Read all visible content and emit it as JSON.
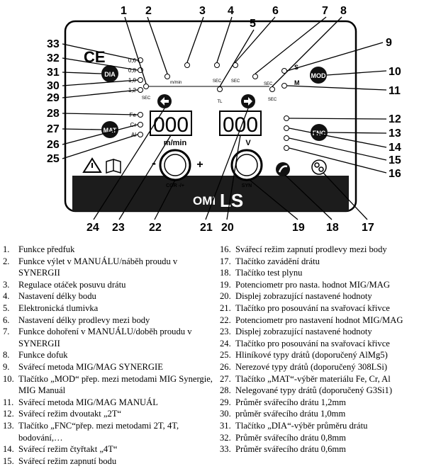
{
  "panel": {
    "ce_mark": "CE",
    "wire_diameters": [
      "0,6",
      "0,8",
      "1,0",
      "1,2"
    ],
    "materials": [
      "Fe",
      "Cr",
      "Al"
    ],
    "display_left_digits": "000",
    "display_right_digits": "000",
    "unit_wire_speed": "m/min",
    "unit_voltage": "V",
    "knob_left_label": "COR -/+",
    "knob_right_label": "SYN",
    "minus_sign": "-",
    "plus_sign": "+",
    "brand": "OMI",
    "model": "LS",
    "sec_label": "SEC",
    "mmin_label": "m/min",
    "tl_label": "TL",
    "mod_modes": [
      "S",
      "M"
    ],
    "buttons": {
      "dia": "DIA",
      "mat": "MAT",
      "mod": "MOD",
      "fnc": "FNC"
    }
  },
  "callouts": [
    "1",
    "2",
    "3",
    "4",
    "5",
    "6",
    "7",
    "8",
    "9",
    "10",
    "11",
    "12",
    "13",
    "14",
    "15",
    "16",
    "17",
    "18",
    "19",
    "20",
    "21",
    "22",
    "23",
    "24",
    "25",
    "26",
    "27",
    "28",
    "29",
    "30",
    "31",
    "32",
    "33"
  ],
  "legend_left": [
    {
      "num": "1.",
      "text": "Funkce předfuk"
    },
    {
      "num": "2.",
      "text": "Funkce výlet v MANUÁLU/náběh proudu v SYNERGII"
    },
    {
      "num": "3.",
      "text": "Regulace otáček posuvu drátu"
    },
    {
      "num": "4.",
      "text": "Nastavení délky bodu"
    },
    {
      "num": "5.",
      "text": "Elektronická tlumivka"
    },
    {
      "num": "6.",
      "text": "Nastavení délky prodlevy mezi body"
    },
    {
      "num": "7.",
      "text": "Funkce dohoření v MANUÁLU/doběh proudu v SYNERGII"
    },
    {
      "num": "8.",
      "text": "Funkce dofuk"
    },
    {
      "num": "9.",
      "text": "Svářecí metoda MIG/MAG SYNERGIE"
    },
    {
      "num": "10.",
      "text": "Tlačítko „MOD“ přep. mezi metodami MIG Synergie, MIG Manuál"
    },
    {
      "num": "11.",
      "text": "Svářecí metoda MIG/MAG MANUÁL"
    },
    {
      "num": "12.",
      "text": "Svářecí režim dvoutakt „2T“"
    },
    {
      "num": "13.",
      "text": "Tlačítko „FNC“přep. mezi metodami 2T, 4T, bodování,…"
    },
    {
      "num": "14.",
      "text": "Svářecí režim čtyřtakt „4T“"
    },
    {
      "num": "15.",
      "text": "Svářecí režim zapnutí bodu"
    }
  ],
  "legend_right": [
    {
      "num": "16.",
      "text": "Svářecí režim zapnutí prodlevy mezi body"
    },
    {
      "num": "17.",
      "text": "Tlačítko zavádění drátu"
    },
    {
      "num": "18.",
      "text": "Tlačítko test plynu"
    },
    {
      "num": "19.",
      "text": "Potenciometr pro nasta. hodnot MIG/MAG"
    },
    {
      "num": "20.",
      "text": "Displej zobrazující nastavené hodnoty"
    },
    {
      "num": "21.",
      "text": "Tlačítko pro posouvání na svařovací křivce"
    },
    {
      "num": "22.",
      "text": "Potenciometr pro nastavení hodnot MIG/MAG"
    },
    {
      "num": "23.",
      "text": "Displej zobrazující nastavené hodnoty"
    },
    {
      "num": "24.",
      "text": "Tlačítko pro posouvání na svařovací křivce"
    },
    {
      "num": "25.",
      "text": "Hliníkové typy drátů (doporučený AlMg5)"
    },
    {
      "num": "26.",
      "text": "Nerezové typy drátů (doporučený 308LSi)"
    },
    {
      "num": "27.",
      "text": "Tlačítko „MAT“-výběr materiálu Fe, Cr, Al"
    },
    {
      "num": "28.",
      "text": "Nelegované typy drátů (doporučený G3Si1)"
    },
    {
      "num": "29.",
      "text": "Průměr svářecího drátu 1,2mm"
    },
    {
      "num": "30.",
      "text": "průměr svářecího drátu 1,0mm"
    },
    {
      "num": "31.",
      "text": "Tlačítko „DIA“-výběr průměru drátu"
    },
    {
      "num": "32.",
      "text": "Průměr svářecího drátu 0,8mm"
    },
    {
      "num": "33.",
      "text": "Průměr svářecího drátu 0,6mm"
    }
  ]
}
